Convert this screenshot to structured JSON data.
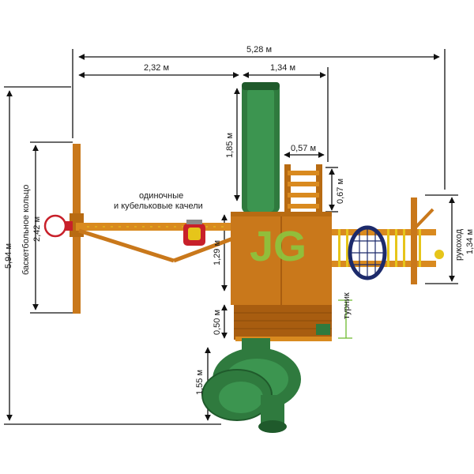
{
  "dimensions": {
    "total_width": "5,28 м",
    "left_width": "2,32 м",
    "right_width": "1,34 м",
    "slide_length": "1,85 м",
    "ladder_width": "0,57 м",
    "ladder_height": "0,67 м",
    "deck_height": "1,29 м",
    "lower_step": "0,50 м",
    "tube_slide": "1,55 м",
    "total_height": "5,94 м",
    "monkey_bars": "1,34 м"
  },
  "labels": {
    "swing_line1": "одиночные",
    "swing_line2": "и кубельковые качели",
    "basket_line1": "баскетбольное кольцо",
    "basket_line2": "2,42 м",
    "monkey_line1": "рукоход",
    "chin_bar": "турник",
    "logo_letter": "JG"
  },
  "colors": {
    "wood": "#d98a1f",
    "wood_dark": "#b86b12",
    "roof": "#c9781b",
    "green": "#2f7a3e",
    "green_dark": "#1f5a2b",
    "yellow": "#e6c51a",
    "red": "#c8202a",
    "navy": "#1c2a6b",
    "dim_line": "#111111",
    "logo_green": "#8cc63f"
  }
}
